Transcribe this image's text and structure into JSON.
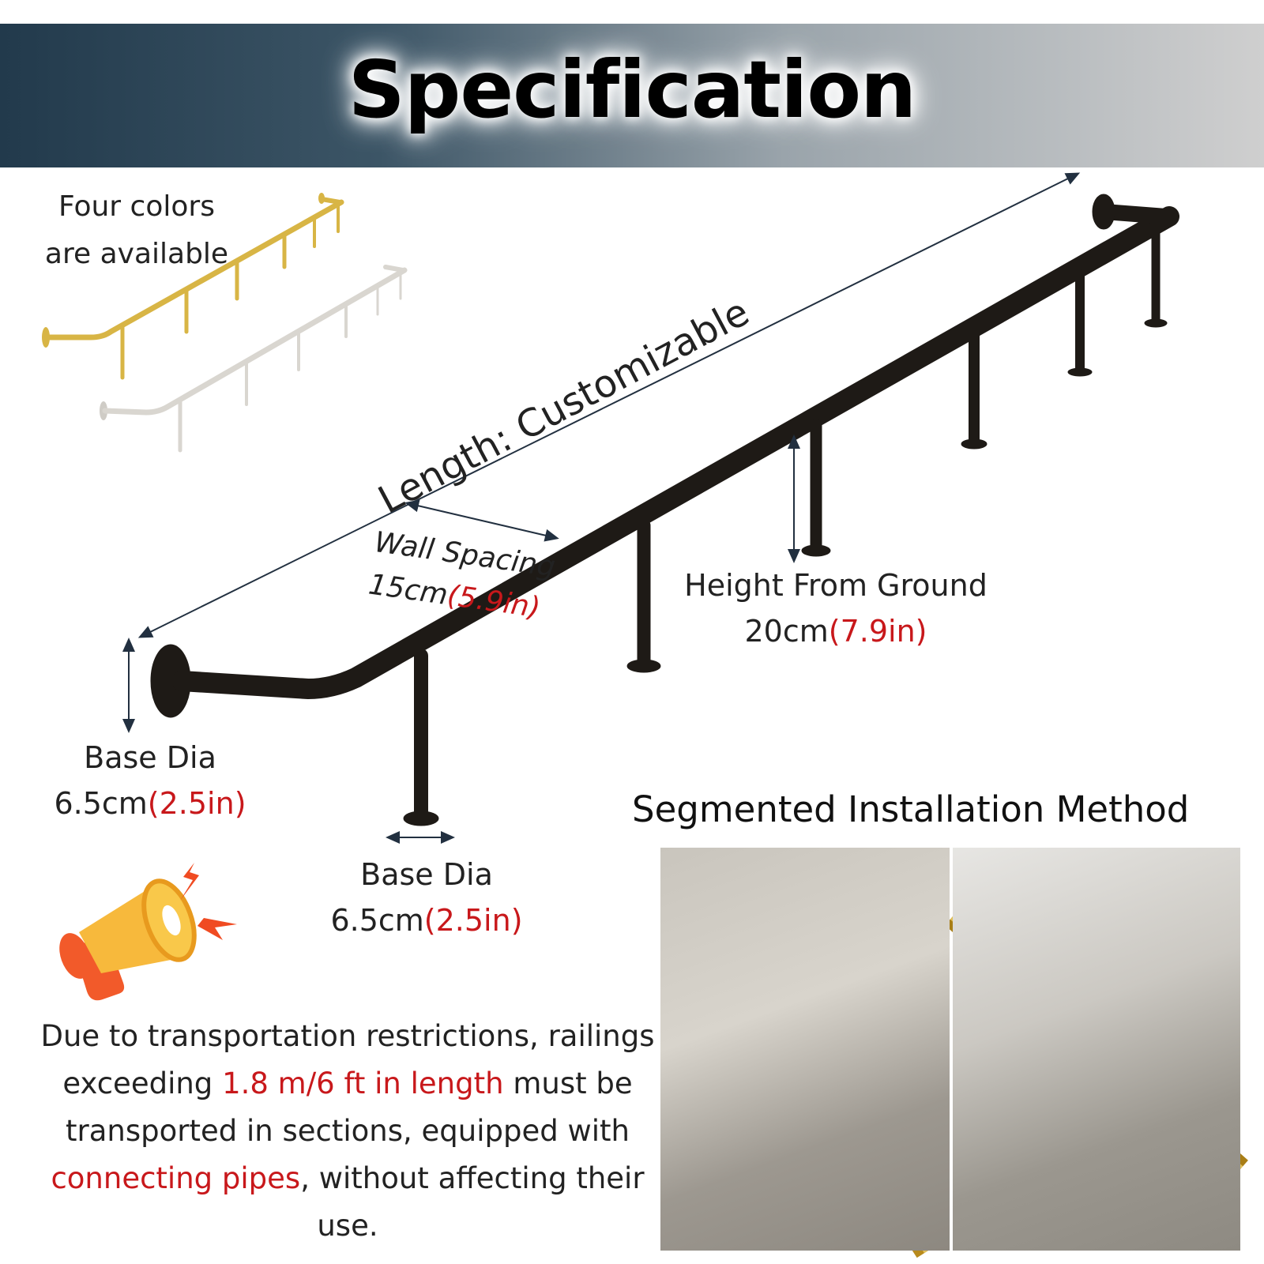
{
  "header": {
    "title": "Specification"
  },
  "colors_note": {
    "line1": "Four colors",
    "line2": "are available"
  },
  "length": {
    "label": "Length: Customizable"
  },
  "wall_spacing": {
    "label": "Wall Spacing",
    "value": "15cm",
    "value_in": "(5.9in)"
  },
  "height": {
    "label": "Height From Ground",
    "value": "20cm",
    "value_in": "(7.9in)"
  },
  "base_dia_left": {
    "label": "Base Dia",
    "value": "6.5cm",
    "value_in": "(2.5in)"
  },
  "base_dia_mid": {
    "label": "Base Dia",
    "value": "6.5cm",
    "value_in": "(2.5in)"
  },
  "segmented": {
    "title": "Segmented Installation Method"
  },
  "notice": {
    "part1": "Due to transportation restrictions, railings exceeding ",
    "highlight1": "1.8 m/6 ft in length",
    "part2": " must be transported in sections, equipped with ",
    "highlight2": "connecting pipes",
    "part3": ", without affecting their use."
  },
  "icons": {
    "announcement": "megaphone-icon"
  },
  "colors": {
    "accent_red": "#c8181b",
    "gold": "#d8b545",
    "white_rail": "#e4e2de",
    "black_rail": "#1e1a16"
  }
}
